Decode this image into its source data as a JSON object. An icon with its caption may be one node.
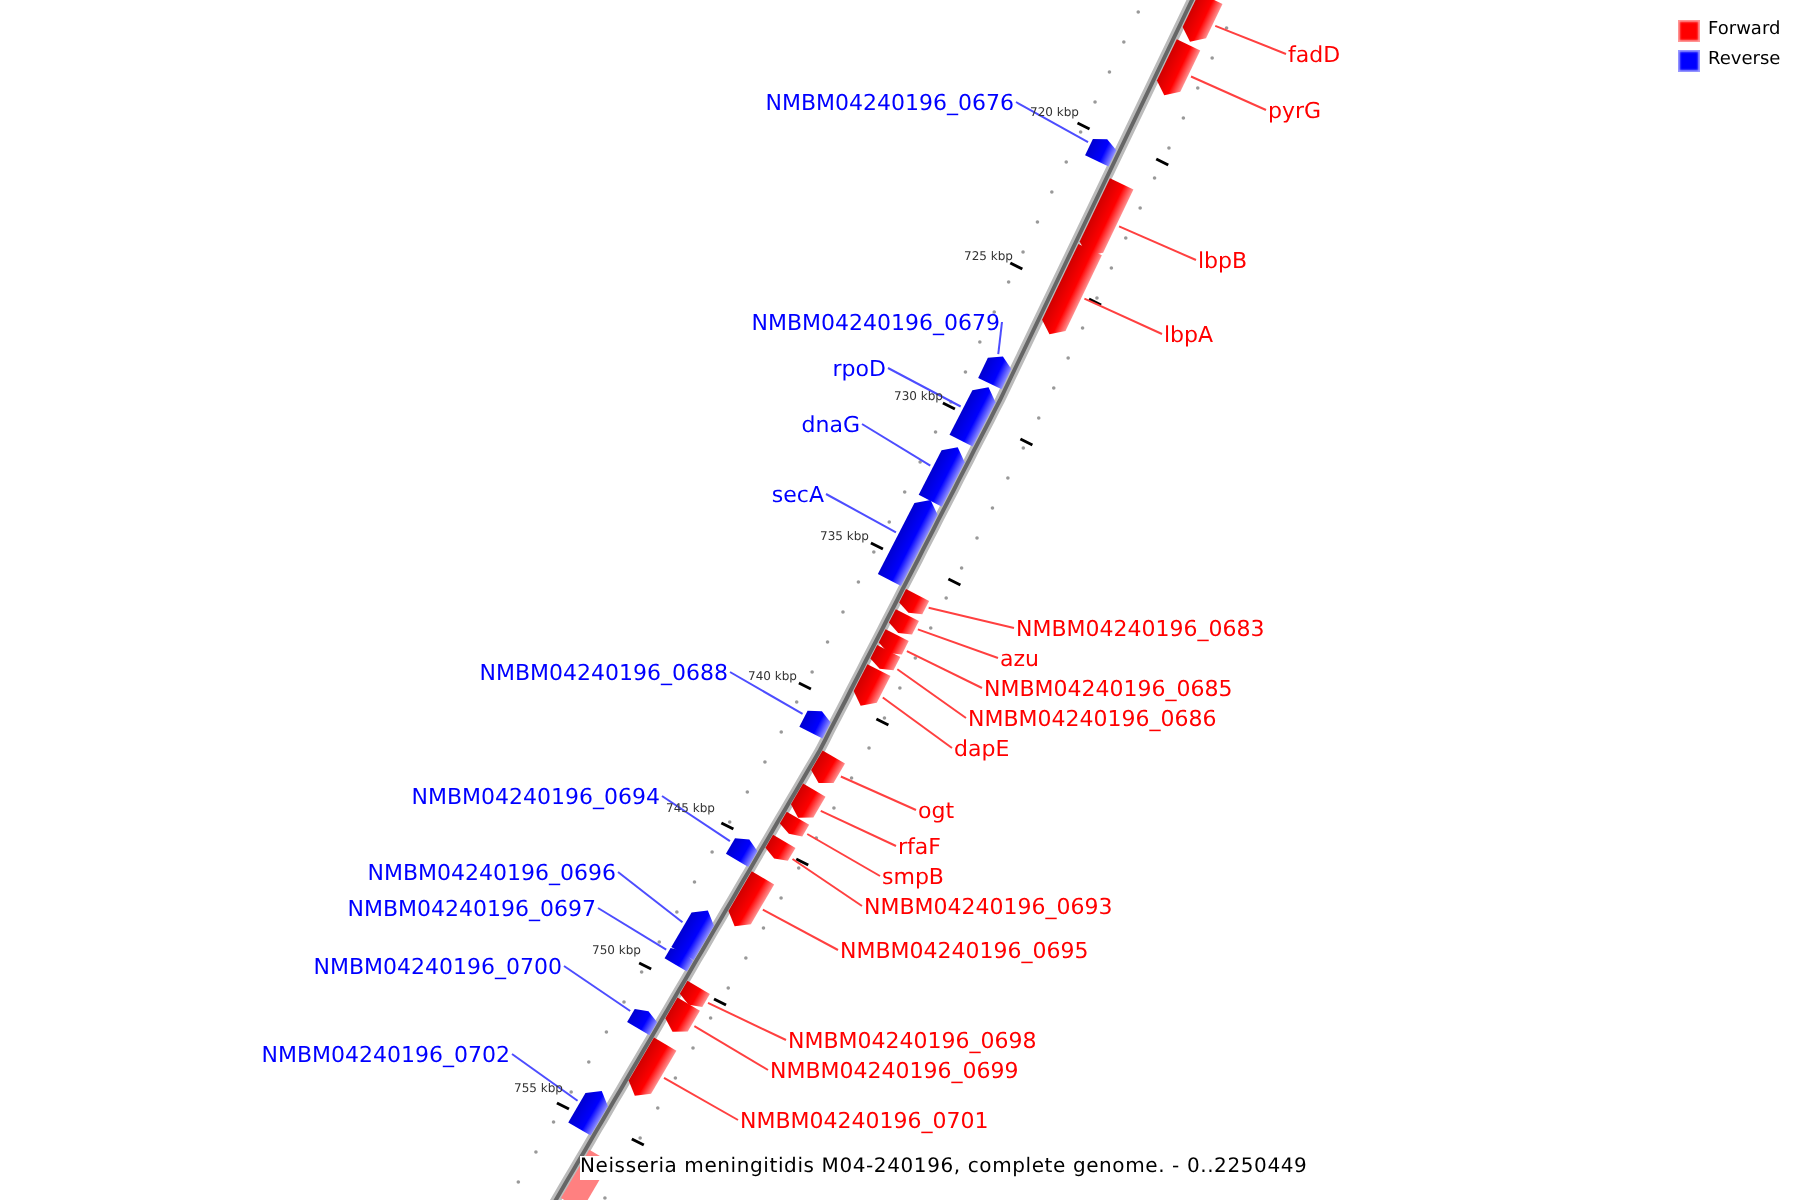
{
  "diagram": {
    "caption": "Neisseria meningitidis M04-240196, complete genome. - 0..2250449",
    "nodes": [
      {
        "text": [
          "fadD"
        ]
      },
      {
        "text": [],
        "shape": "bar"
      },
      {
        "text": [
          "NMBM04240196_0676"
        ]
      },
      {
        "text": [],
        "shape": "bar"
      },
      {
        "text": [
          "pyrG"
        ]
      },
      {
        "text": [],
        "shape": "bar"
      },
      {
        "text": [
          "lbpB"
        ]
      },
      {
        "text": [],
        "shape": "bar"
      },
      {
        "text": [
          "NMBM04240196_0679"
        ]
      },
      {
        "text": [],
        "shape": "bar"
      },
      {
        "text": [
          "lbpA"
        ]
      },
      {
        "text": [],
        "shape": "bar"
      },
      {
        "text": [
          "rpoD"
        ]
      },
      {
        "text": [],
        "shape": "bar"
      },
      {
        "text": [
          "dnaG"
        ]
      },
      {
        "text": [],
        "shape": "bar"
      },
      {
        "text": [
          "secA"
        ]
      },
      {
        "text": [],
        "shape": "bar"
      },
      {
        "text": [
          "NMBM04240196_0683"
        ]
      },
      {
        "text": [],
        "shape": "bar"
      },
      {
        "text": [
          "azu"
        ]
      },
      {
        "text": [],
        "shape": "bar"
      },
      {
        "text": [
          "NMBM04240196_0688"
        ]
      },
      {
        "text": [],
        "shape": "bar"
      },
      {
        "text": [
          "NMBM04240196_0685"
        ]
      },
      {
        "text": [],
        "shape": "bar"
      },
      {
        "text": [
          "NMBM04240196_0686"
        ]
      },
      {
        "text": [],
        "shape": "bar"
      },
      {
        "text": [
          "dapE"
        ]
      },
      {
        "text": [],
        "shape": "bar"
      },
      {
        "text": [
          "NMBM04240196_0694"
        ]
      },
      {
        "text": [],
        "shape": "bar"
      },
      {
        "text": [
          "ogt"
        ]
      },
      {
        "text": [],
        "shape": "bar"
      },
      {
        "text": [
          "rfaF"
        ]
      },
      {
        "text": [],
        "shape": "bar"
      },
      {
        "text": [
          "NMBM04240196_0696"
        ]
      },
      {
        "text": [],
        "shape": "bar"
      },
      {
        "text": [
          "smpB"
        ]
      },
      {
        "text": [],
        "shape": "bar"
      },
      {
        "text": [
          "NMBM04240196_0693"
        ]
      },
      {
        "text": [],
        "shape": "bar"
      },
      {
        "text": [
          "NMBM04240196_0697"
        ]
      },
      {
        "text": [],
        "shape": "bar"
      },
      {
        "text": [
          "NMBM04240196_0695"
        ]
      },
      {
        "text": [],
        "shape": "bar"
      },
      {
        "text": [
          "NMBM04240196_0700"
        ]
      },
      {
        "text": [],
        "shape": "bar"
      },
      {
        "text": [
          "NMBM04240196_0698"
        ]
      },
      {
        "text": [],
        "shape": "bar"
      },
      {
        "text": [
          "NMBM04240196_0702"
        ]
      },
      {
        "text": [],
        "shape": "bar"
      },
      {
        "text": [
          "NMBM04240196_0699"
        ]
      },
      {
        "text": [],
        "shape": "bar"
      },
      {
        "text": [
          "NMBM04240196_0701"
        ]
      },
      {
        "text": [],
        "shape": "bar"
      }
    ],
    "edges": [
      {
        "from": 0,
        "to": 1,
        "arrow": "none"
      },
      {
        "from": 2,
        "to": 3,
        "arrow": "none",
        "color": "#4d4dff"
      },
      {
        "from": 4,
        "to": 5,
        "arrow": "none"
      },
      {
        "from": 6,
        "to": 7,
        "arrow": "none"
      },
      {
        "from": 8,
        "to": 9,
        "arrow": "none",
        "color": "#4d4dff"
      },
      {
        "from": 10,
        "to": 11,
        "arrow": "none"
      },
      {
        "from": 12,
        "to": 13,
        "arrow": "none",
        "color": "#4d4dff"
      },
      {
        "from": 14,
        "to": 15,
        "arrow": "none",
        "color": "#4d4dff"
      },
      {
        "from": 16,
        "to": 17,
        "arrow": "none",
        "color": "#4d4dff"
      },
      {
        "from": 18,
        "to": 19,
        "arrow": "none"
      },
      {
        "from": 20,
        "to": 21,
        "arrow": "none"
      },
      {
        "from": 22,
        "to": 23,
        "arrow": "none",
        "color": "#4d4dff"
      },
      {
        "from": 24,
        "to": 25,
        "arrow": "none"
      },
      {
        "from": 26,
        "to": 27,
        "arrow": "none"
      },
      {
        "from": 28,
        "to": 29,
        "arrow": "none"
      },
      {
        "from": 30,
        "to": 31,
        "arrow": "none",
        "color": "#4d4dff"
      },
      {
        "from": 32,
        "to": 33,
        "arrow": "none"
      },
      {
        "from": 34,
        "to": 35,
        "arrow": "none"
      },
      {
        "from": 36,
        "to": 37,
        "arrow": "none",
        "color": "#4d4dff"
      },
      {
        "from": 38,
        "to": 39,
        "arrow": "none"
      },
      {
        "from": 40,
        "to": 41,
        "arrow": "none"
      },
      {
        "from": 42,
        "to": 43,
        "arrow": "none",
        "color": "#4d4dff"
      },
      {
        "from": 44,
        "to": 45,
        "arrow": "none"
      },
      {
        "from": 46,
        "to": 47,
        "arrow": "none",
        "color": "#4d4dff"
      },
      {
        "from": 48,
        "to": 49,
        "arrow": "none"
      },
      {
        "from": 50,
        "to": 51,
        "arrow": "none",
        "color": "#4d4dff"
      },
      {
        "from": 52,
        "to": 53,
        "arrow": "none"
      },
      {
        "from": 54,
        "to": 55,
        "arrow": "none"
      }
    ],
    "labels": [
      "720 kbp",
      "725 kbp",
      "730 kbp",
      "735 kbp",
      "740 kbp",
      "745 kbp",
      "750 kbp",
      "755 kbp"
    ],
    "legend": [
      {
        "text": "Forward",
        "color": "#ff0000"
      },
      {
        "text": "Reverse",
        "color": "#0000ff"
      }
    ]
  }
}
